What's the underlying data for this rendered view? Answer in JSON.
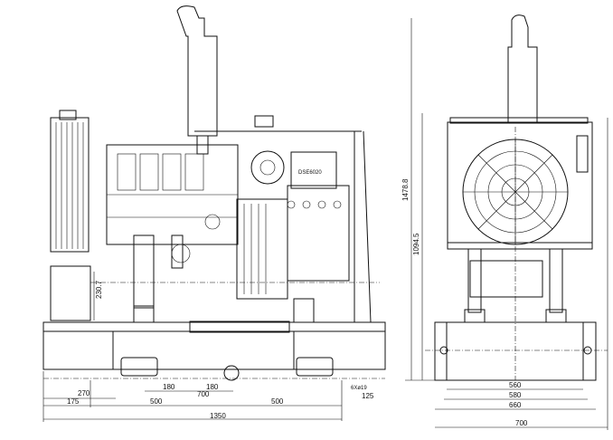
{
  "front_view": {
    "controller_label": "DSE6020",
    "dimensions": {
      "d270": "270",
      "d175": "175",
      "d180a": "180",
      "d180b": "180",
      "d700": "700",
      "d500a": "500",
      "d500b": "500",
      "d1350": "1350",
      "holes": "6Xø19",
      "d125": "125",
      "d230": "230.7"
    }
  },
  "side_view": {
    "dimensions": {
      "h1478": "1478.8",
      "h1094": "1094.5",
      "w560": "560",
      "w580": "580",
      "w660": "660",
      "w700": "700"
    }
  }
}
